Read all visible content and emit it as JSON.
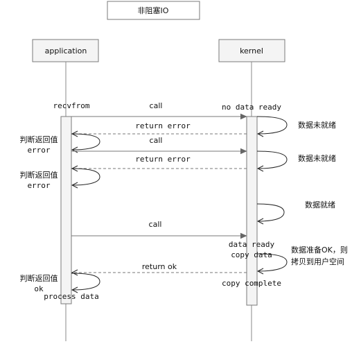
{
  "title": "非阻塞IO",
  "participants": {
    "application": "application",
    "kernel": "kernel"
  },
  "labels": {
    "recvfrom": "recvfrom",
    "no_data_ready": "no data ready",
    "call_1": "call",
    "return_error_1": "return error",
    "call_2": "call",
    "return_error_2": "return error",
    "call_3": "call",
    "data_ready": "data ready",
    "copy_data": "copy data",
    "return_ok": "return ok",
    "copy_complete": "copy complete",
    "process_data": "process data"
  },
  "app_notes": {
    "check_1_line1": "判断返回值",
    "check_1_line2": "error",
    "check_2_line1": "判断返回值",
    "check_2_line2": "error",
    "check_3_line1": "判断返回值",
    "check_3_line2": "ok"
  },
  "kernel_notes": {
    "not_ready_1": "数据未就绪",
    "not_ready_2": "数据未就绪",
    "ready": "数据就绪",
    "copy_line1": "数据准备OK，则",
    "copy_line2": "拷贝到用户空间"
  }
}
